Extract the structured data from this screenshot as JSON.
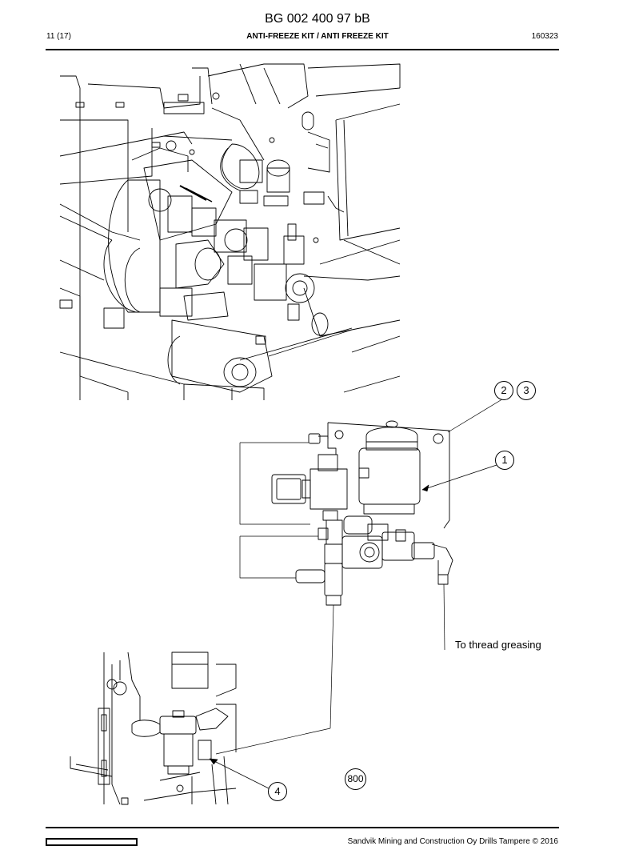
{
  "header": {
    "doc_number": "BG 002 400 97 bB",
    "page": "11 (17)",
    "title": "ANTI-FREEZE KIT / ANTI FREEZE KIT",
    "date_code": "160323"
  },
  "callouts": {
    "c1": "1",
    "c2": "2",
    "c3": "3",
    "c4": "4",
    "c800": "800",
    "thread_greasing": "To thread greasing"
  },
  "footer": {
    "copyright": "Sandvik Mining and Construction Oy Drills Tampere © 2016"
  }
}
